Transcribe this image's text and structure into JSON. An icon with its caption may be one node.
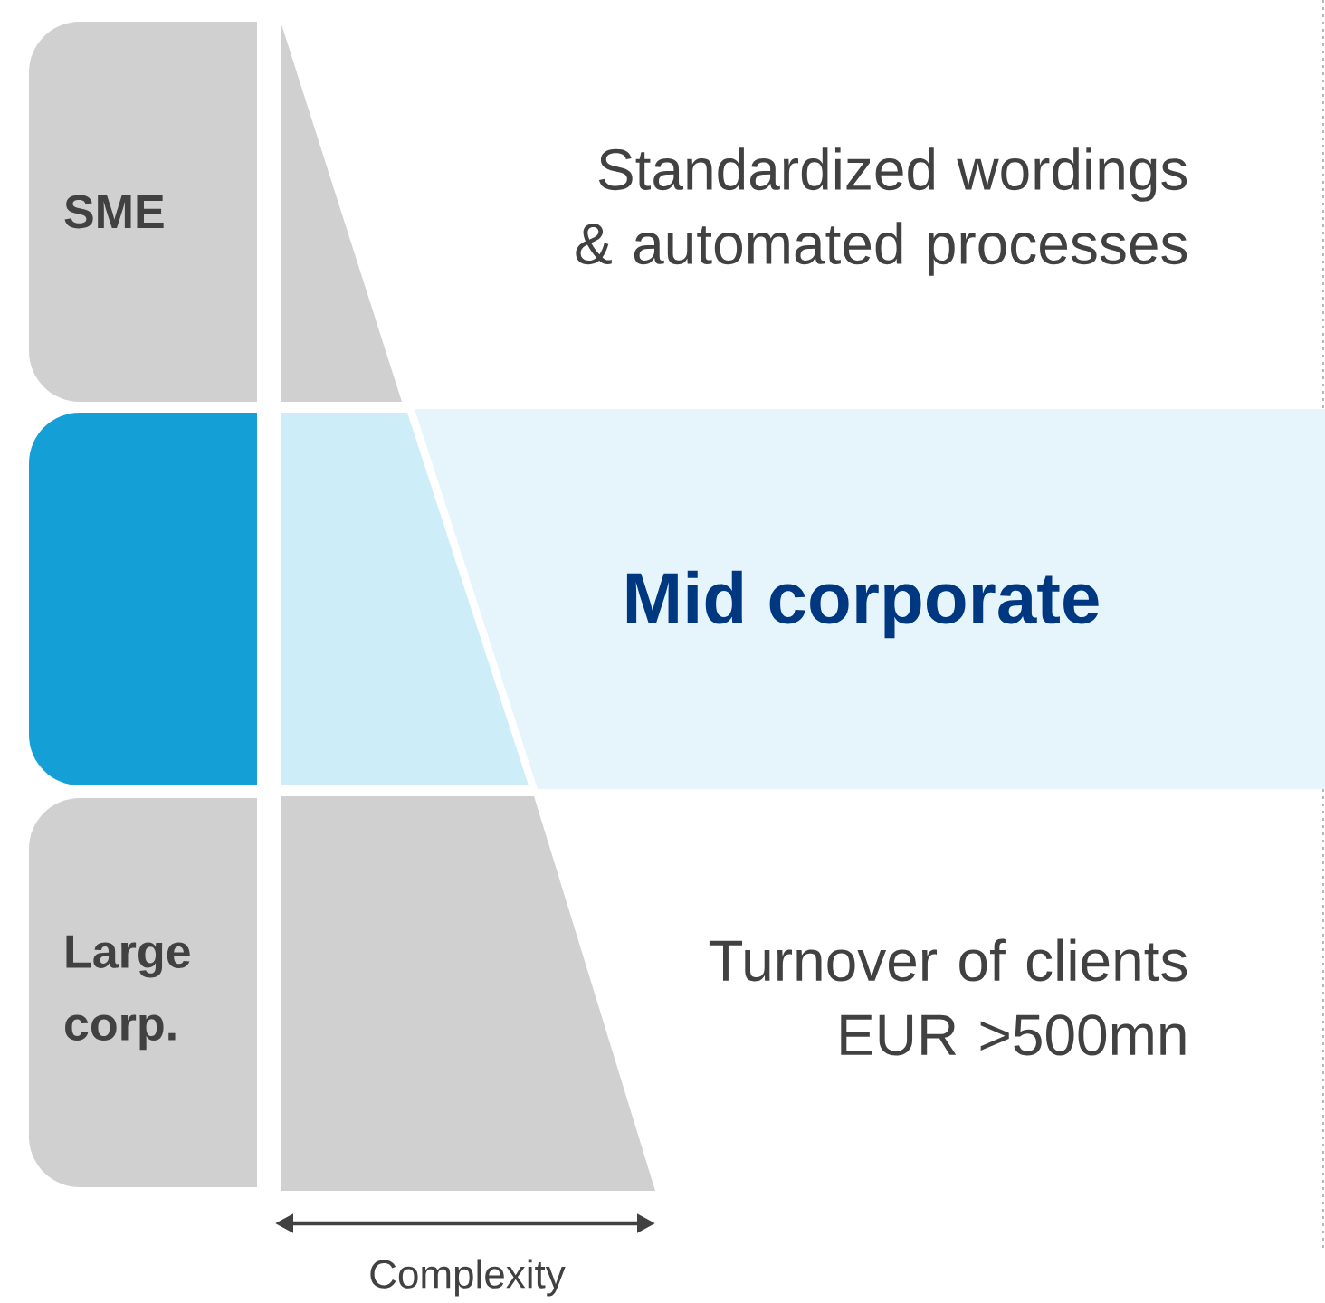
{
  "diagram": {
    "nodes": [
      {
        "text": [
          "SME"
        ]
      },
      {
        "text": [],
        "shape": "box"
      },
      {
        "text": [
          "Large corp."
        ]
      },
      {
        "text": [
          "Mid corporate"
        ]
      }
    ],
    "labels": [
      "Standardized wordings & automated processes",
      "Turnover of clients EUR >500mn",
      "Complexity"
    ]
  }
}
